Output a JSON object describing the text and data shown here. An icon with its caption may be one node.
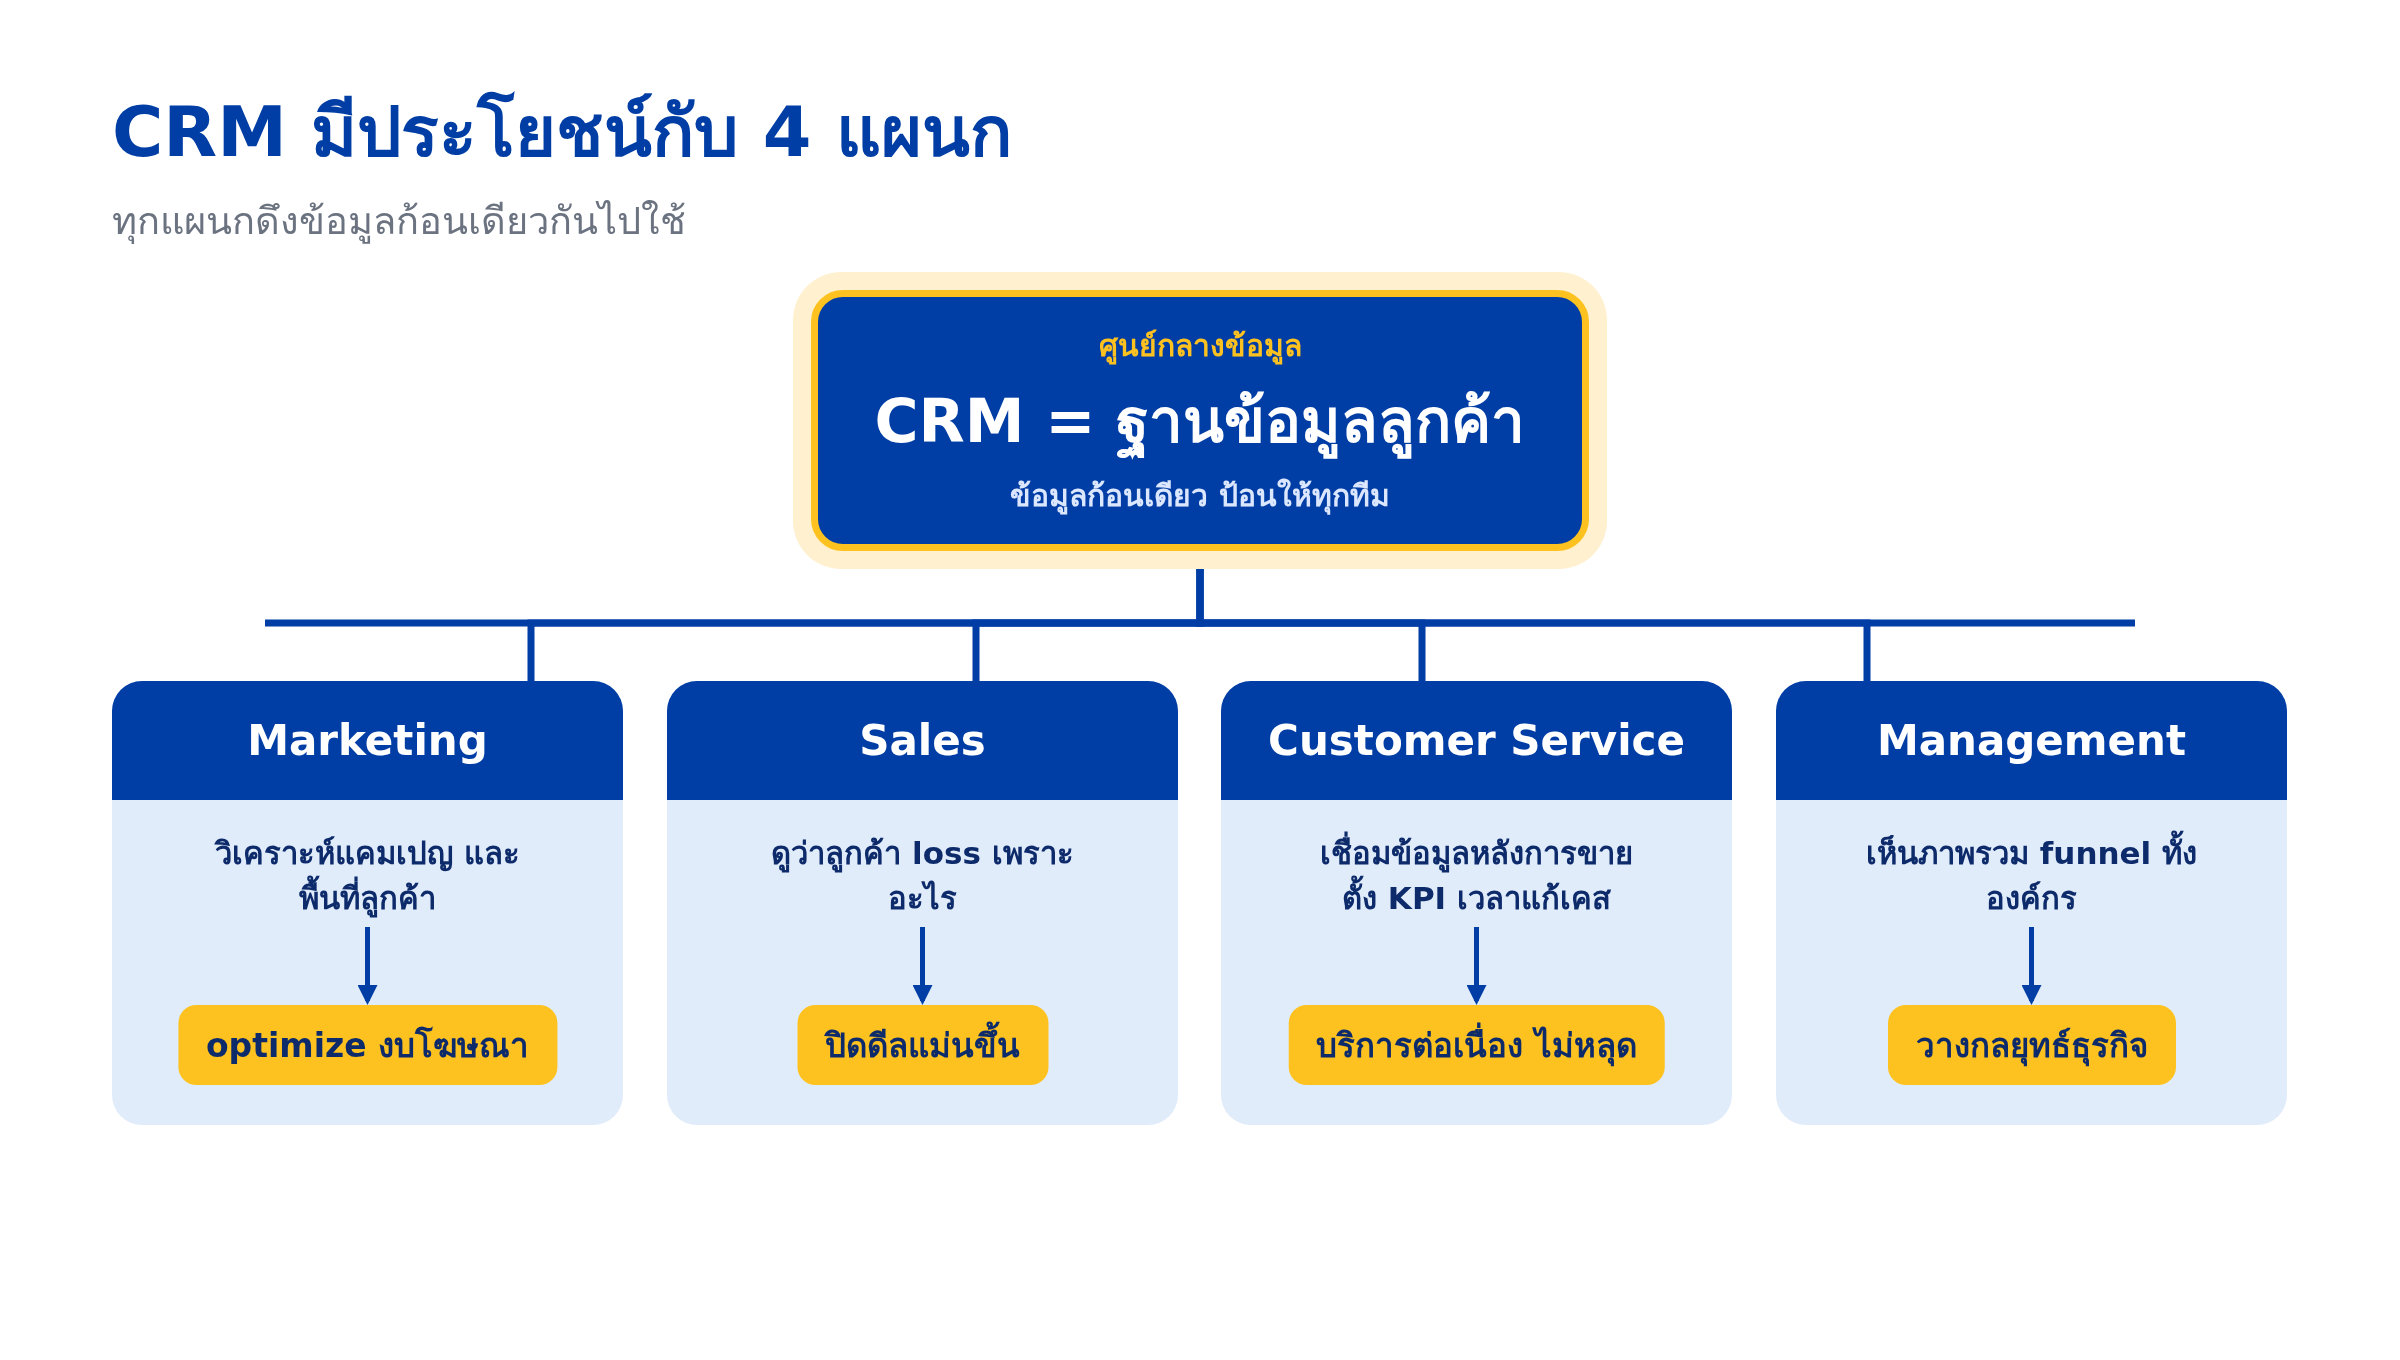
{
  "diagram": {
    "title": "CRM มีประโยชน์กับ 4 แผนก",
    "caption": "ทุกแผนกดึงข้อมูลก้อนเดียวกันไปใช้",
    "nodes": [
      {
        "text": [
          "ศูนย์กลางข้อมูล",
          "CRM = ฐานข้อมูลลูกค้า",
          "ข้อมูลก้อนเดียว ป้อนให้ทุกทีม"
        ]
      },
      {
        "text": [
          "Marketing"
        ]
      },
      {
        "text": [
          "วิเคราะห์แคมเปญ และพื้นที่ลูกค้า"
        ],
        "in": 1
      },
      {
        "text": [
          "optimize งบโฆษณา"
        ],
        "in": 1
      },
      {
        "text": [
          "Sales"
        ]
      },
      {
        "text": [
          "ดูว่าลูกค้า loss เพราะอะไร"
        ],
        "in": 4
      },
      {
        "text": [
          "ปิดดีลแม่นขึ้น"
        ],
        "in": 4
      },
      {
        "text": [
          "Customer Service"
        ]
      },
      {
        "text": [
          "เชื่อมข้อมูลหลังการขาย ตั้ง KPI เวลาแก้เคส"
        ],
        "in": 7
      },
      {
        "text": [
          "บริการต่อเนื่อง ไม่หลุด"
        ],
        "in": 7
      },
      {
        "text": [
          "Management"
        ]
      },
      {
        "text": [
          "เห็นภาพรวม funnel ทั้งองค์กร"
        ],
        "in": 10
      },
      {
        "text": [
          "วางกลยุทธ์ธุรกิจ"
        ],
        "in": 10
      }
    ],
    "edges": [
      {
        "from": 0,
        "to": 1,
        "arrow": "none"
      },
      {
        "from": 0,
        "to": 4,
        "arrow": "none"
      },
      {
        "from": 0,
        "to": 7,
        "arrow": "none"
      },
      {
        "from": 0,
        "to": 10,
        "arrow": "none"
      },
      {
        "from": 2,
        "to": 3,
        "arrow": "to"
      },
      {
        "from": 5,
        "to": 6,
        "arrow": "to"
      },
      {
        "from": 8,
        "to": 9,
        "arrow": "to"
      },
      {
        "from": 11,
        "to": 12,
        "arrow": "to"
      }
    ]
  }
}
